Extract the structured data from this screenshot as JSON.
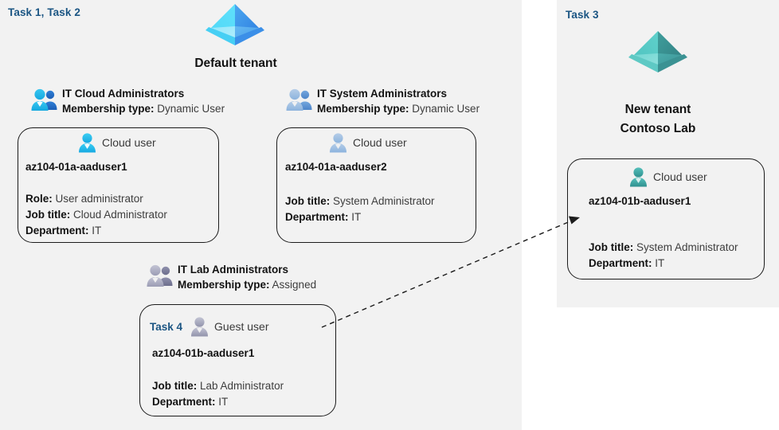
{
  "panels": {
    "left": {
      "task_tag": "Task 1, Task 2"
    },
    "right": {
      "task_tag": "Task 3"
    }
  },
  "tenants": [
    {
      "id": "default-tenant",
      "icon": "azure-ad-tenant-icon",
      "label": "Default tenant",
      "color": "#3aa0f3"
    },
    {
      "id": "new-tenant",
      "icon": "azure-ad-tenant-icon",
      "label_line1": "New  tenant",
      "label_line2": "Contoso Lab",
      "color": "#48b3ae"
    }
  ],
  "groups": [
    {
      "id": "it-cloud-administrators",
      "icon": "group-users-icon",
      "title": "IT Cloud Administrators",
      "membership_key": "Membership type:",
      "membership_value": "Dynamic User"
    },
    {
      "id": "it-system-administrators",
      "icon": "group-users-icon",
      "title": "IT System Administrators",
      "membership_key": "Membership type:",
      "membership_value": "Dynamic User"
    },
    {
      "id": "it-lab-administrators",
      "icon": "group-users-icon",
      "title": "IT Lab Administrators",
      "membership_key": "Membership type:",
      "membership_value": "Assigned"
    }
  ],
  "cards": [
    {
      "id": "card-aaduser1-default",
      "user_type": "Cloud user",
      "user_icon": "cloud-user-icon",
      "name": "az104-01a-aaduser1",
      "rows": [
        {
          "key": "Role:",
          "value": "User administrator"
        },
        {
          "key": "Job title:",
          "value": "Cloud Administrator"
        },
        {
          "key": "Department:",
          "value": "IT"
        }
      ]
    },
    {
      "id": "card-aaduser2-default",
      "user_type": "Cloud user",
      "user_icon": "cloud-user-icon",
      "name": "az104-01a-aaduser2",
      "rows": [
        {
          "key": "Job title:",
          "value": "System Administrator"
        },
        {
          "key": "Department:",
          "value": "IT"
        }
      ]
    },
    {
      "id": "card-guest-aaduser1",
      "task_tag": "Task 4",
      "user_type": "Guest user",
      "user_icon": "guest-user-icon",
      "name": "az104-01b-aaduser1",
      "rows": [
        {
          "key": "Job title:",
          "value": "Lab Administrator"
        },
        {
          "key": "Department:",
          "value": "IT"
        }
      ]
    },
    {
      "id": "card-aaduser1-contoso",
      "user_type": "Cloud user",
      "user_icon": "cloud-user-icon",
      "name": "az104-01b-aaduser1",
      "rows": [
        {
          "key": "Job title:",
          "value": "System Administrator"
        },
        {
          "key": "Department:",
          "value": "IT"
        }
      ]
    }
  ],
  "connector": {
    "id": "guest-to-cloud-user-arrow",
    "style": "dashed-arrow",
    "from": "card-guest-aaduser1",
    "to": "card-aaduser1-contoso"
  },
  "colors": {
    "panel_background": "#f2f2f2",
    "page_background": "#ffffff",
    "task_tag": "#1b5583",
    "card_border": "#1c1c1c",
    "text": "#121212",
    "value_text": "#3d3d3d"
  }
}
